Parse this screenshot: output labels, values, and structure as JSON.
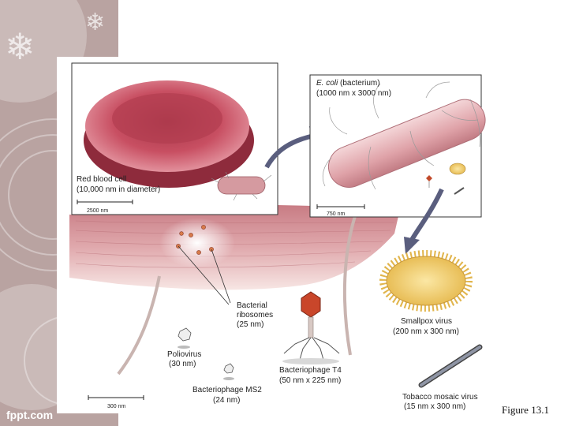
{
  "watermark": "fppt.com",
  "figure_caption": "Figure 13.1",
  "panels": {
    "rbc": {
      "label_line1": "Red blood cell",
      "label_line2": "(10,000 nm in diameter)",
      "scale_label": "2500 nm"
    },
    "ecoli": {
      "label_line1_italic": "E. coli",
      "label_line1_rest": " (bacterium)",
      "label_line2": "(1000 nm x 3000 nm)",
      "scale_label": "750 nm"
    }
  },
  "labels": {
    "ribosomes": [
      "Bacterial",
      "ribosomes",
      "(25 nm)"
    ],
    "poliovirus": [
      "Poliovirus",
      "(30 nm)"
    ],
    "ms2": [
      "Bacteriophage MS2",
      "(24 nm)"
    ],
    "t4": [
      "Bacteriophage T4",
      "(50 nm x 225 nm)"
    ],
    "smallpox": [
      "Smallpox virus",
      "(200 nm x 300 nm)"
    ],
    "tmv": [
      "Tobacco mosaic virus",
      "(15 nm x 300 nm)"
    ]
  },
  "bottom_scale_label": "300 nm",
  "colors": {
    "cell_red": "#c0505e",
    "tissue_pink": "#d79a98",
    "smallpox_yellow": "#f0d070",
    "sidebar": "#b9a3a1"
  }
}
